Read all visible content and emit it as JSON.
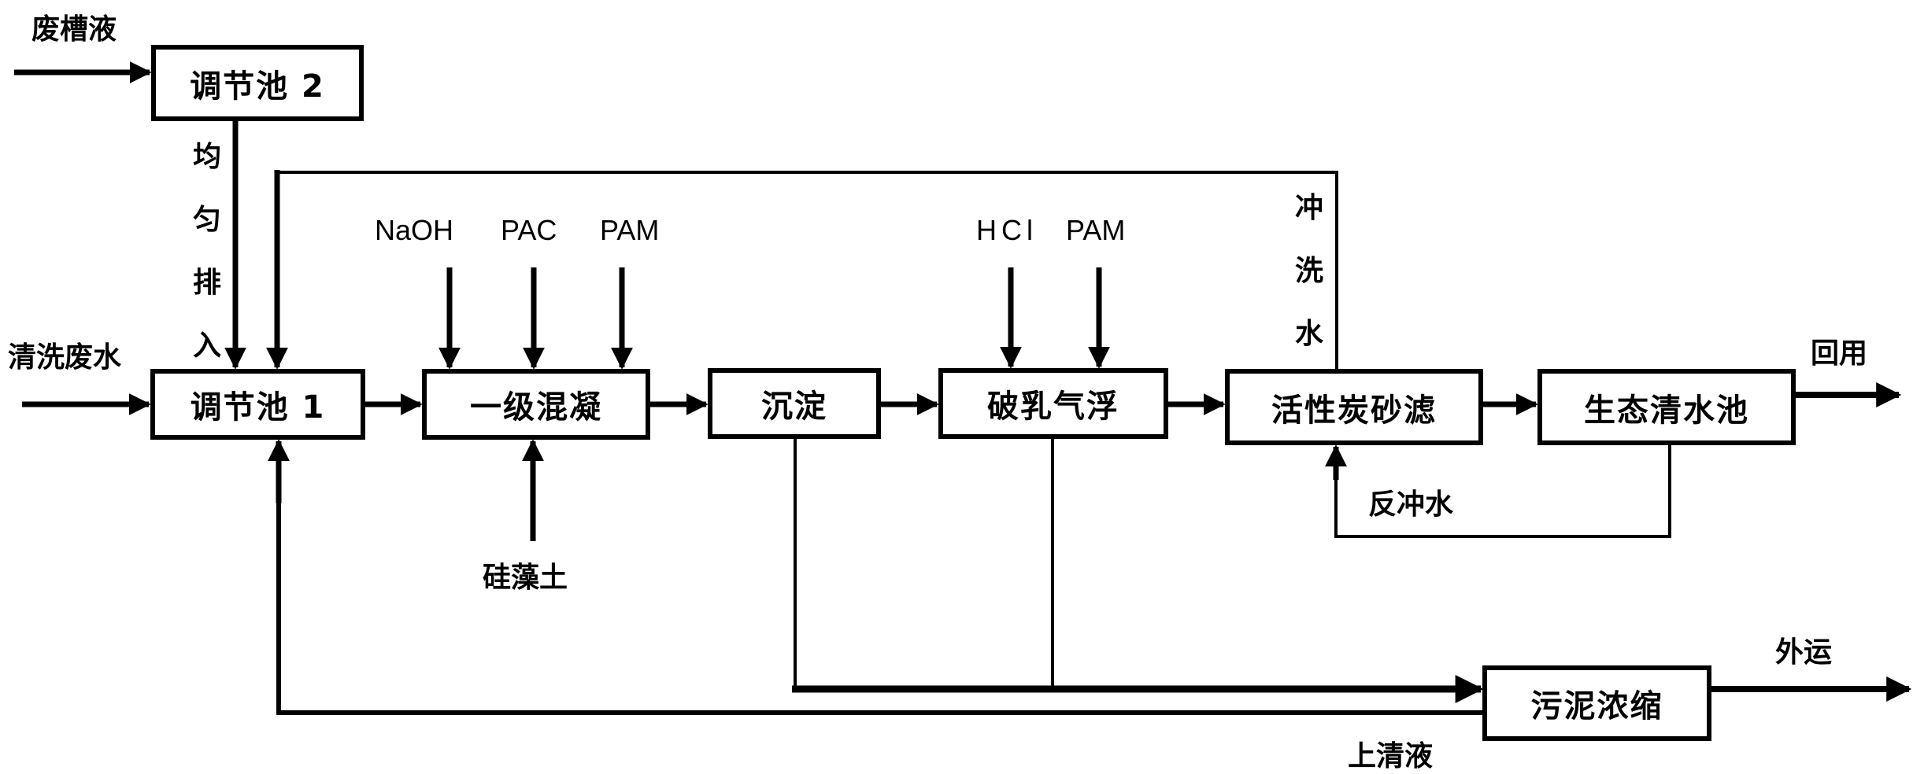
{
  "diagram": {
    "type": "process-flow",
    "title": "",
    "units": {
      "tank2": "调节池 2",
      "tank1": "调节池 1",
      "coag": "一级混凝",
      "settle": "沉淀",
      "flotation": "破乳气浮",
      "filter": "活性炭砂滤",
      "clearpool": "生态清水池",
      "sludge": "污泥浓缩"
    },
    "inputs": {
      "waste_bath": "废槽液",
      "rinse_water": "清洗废水",
      "uniform_discharge": "均匀排入",
      "diatomite": "硅藻土"
    },
    "chemicals": {
      "coag": [
        "NaOH",
        "PAC",
        "PAM"
      ],
      "flotation": [
        "HCl",
        "PAM"
      ]
    },
    "flows": {
      "flush_water": "冲洗水",
      "backwash": "反冲水",
      "reuse": "回用",
      "haul_out": "外运",
      "supernatant": "上清液"
    },
    "edges": [
      {
        "from": "废槽液",
        "to": "调节池 2"
      },
      {
        "from": "调节池 2",
        "to": "调节池 1",
        "label": "均匀排入"
      },
      {
        "from": "清洗废水",
        "to": "调节池 1"
      },
      {
        "from": "调节池 1",
        "to": "一级混凝"
      },
      {
        "from": "硅藻土",
        "to": "一级混凝"
      },
      {
        "from": "一级混凝",
        "to": "沉淀"
      },
      {
        "from": "沉淀",
        "to": "破乳气浮"
      },
      {
        "from": "破乳气浮",
        "to": "活性炭砂滤"
      },
      {
        "from": "活性炭砂滤",
        "to": "生态清水池"
      },
      {
        "from": "生态清水池",
        "to": "回用"
      },
      {
        "from": "活性炭砂滤",
        "to": "调节池 1",
        "label": "冲洗水"
      },
      {
        "from": "生态清水池",
        "to": "活性炭砂滤",
        "label": "反冲水"
      },
      {
        "from": "沉淀",
        "to": "污泥浓缩"
      },
      {
        "from": "破乳气浮",
        "to": "污泥浓缩"
      },
      {
        "from": "污泥浓缩",
        "to": "外运"
      },
      {
        "from": "污泥浓缩",
        "to": "调节池 1",
        "label": "上清液"
      }
    ]
  }
}
